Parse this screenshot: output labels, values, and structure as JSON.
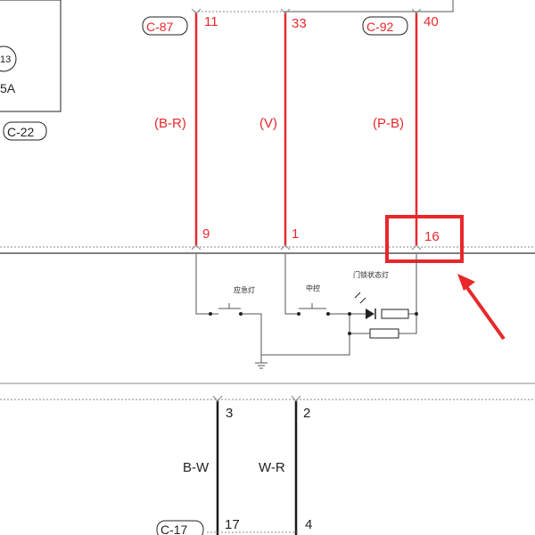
{
  "colors": {
    "wire_red": "#e8282b",
    "wire_black": "#1a1a1a",
    "thin_line": "#555555",
    "highlight": "#e8282b",
    "dotted": "#888888"
  },
  "top_left_box": {
    "circle_label": "13",
    "fuse_partial": "5A",
    "connector": "C-22"
  },
  "upper_wires": [
    {
      "connector": "C-87",
      "top_pin": "11",
      "wire_code": "(B-R)",
      "bottom_pin": "9"
    },
    {
      "connector": "",
      "top_pin": "33",
      "wire_code": "(V)",
      "bottom_pin": "1"
    },
    {
      "connector": "C-92",
      "top_pin": "40",
      "wire_code": "(P-B)",
      "bottom_pin": "16"
    }
  ],
  "switch_labels": {
    "switch1": "应急灯",
    "switch2": "中控",
    "led": "门锁状态灯"
  },
  "lower_wires": [
    {
      "top_pin": "3",
      "wire_code": "B-W",
      "bottom_pin": "17"
    },
    {
      "top_pin": "2",
      "wire_code": "W-R",
      "bottom_pin": "4"
    }
  ],
  "lower_connector": "C-17",
  "highlight_target_pin": "16"
}
